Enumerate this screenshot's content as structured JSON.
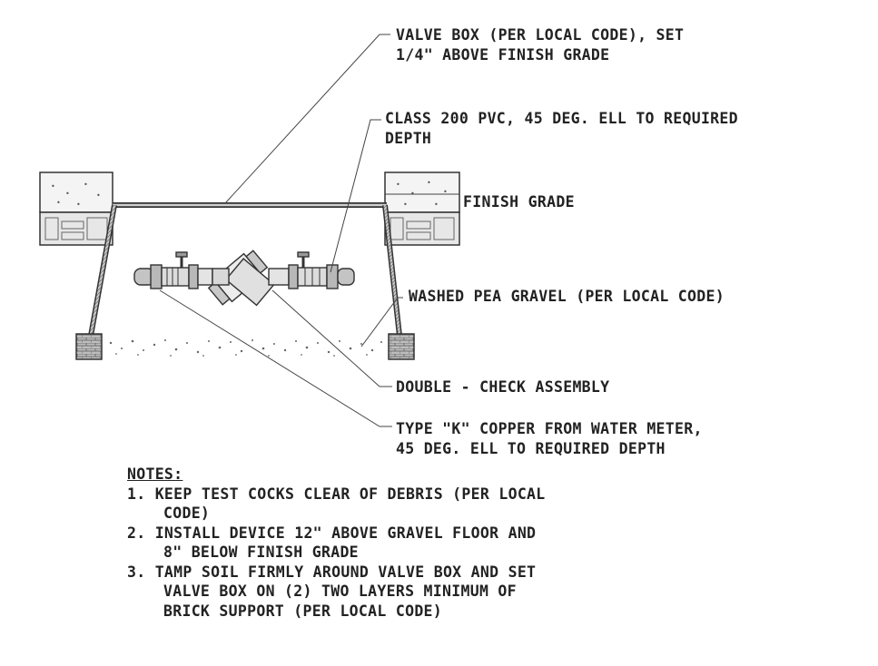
{
  "labels": {
    "valve_box": [
      "VALVE BOX (PER LOCAL CODE), SET",
      "1/4\" ABOVE FINISH GRADE"
    ],
    "pvc": [
      "CLASS 200 PVC, 45 DEG. ELL TO REQUIRED",
      "DEPTH"
    ],
    "finish_grade": "FINISH GRADE",
    "pea_gravel": "WASHED PEA GRAVEL (PER LOCAL CODE)",
    "double_check": "DOUBLE - CHECK ASSEMBLY",
    "copper": [
      "TYPE \"K\" COPPER FROM WATER METER,",
      "45 DEG. ELL TO REQUIRED DEPTH"
    ]
  },
  "notes": {
    "heading": "NOTES:",
    "items": [
      {
        "line": "1. KEEP TEST COCKS CLEAR OF DEBRIS (PER LOCAL",
        "cont": [
          "CODE)"
        ]
      },
      {
        "line": "2. INSTALL DEVICE 12\" ABOVE GRAVEL  FLOOR AND",
        "cont": [
          "8\" BELOW FINISH GRADE"
        ]
      },
      {
        "line": "3. TAMP SOIL FIRMLY AROUND VALVE BOX  AND SET",
        "cont": [
          "VALVE BOX ON (2) TWO LAYERS  MINIMUM OF",
          "BRICK SUPPORT (PER LOCAL CODE)"
        ]
      }
    ]
  }
}
